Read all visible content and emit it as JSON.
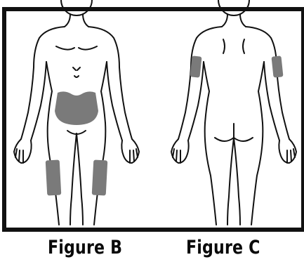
{
  "figures": [
    {
      "label": "Figure B",
      "view": "front",
      "highlighted_sites": [
        "abdomen",
        "left-thigh",
        "right-thigh"
      ]
    },
    {
      "label": "Figure C",
      "view": "back",
      "highlighted_sites": [
        "left-upper-arm",
        "right-upper-arm"
      ]
    }
  ],
  "colors": {
    "border": "#111111",
    "outline": "#111111",
    "injection_site": "#7a7a7a",
    "background": "#ffffff"
  }
}
